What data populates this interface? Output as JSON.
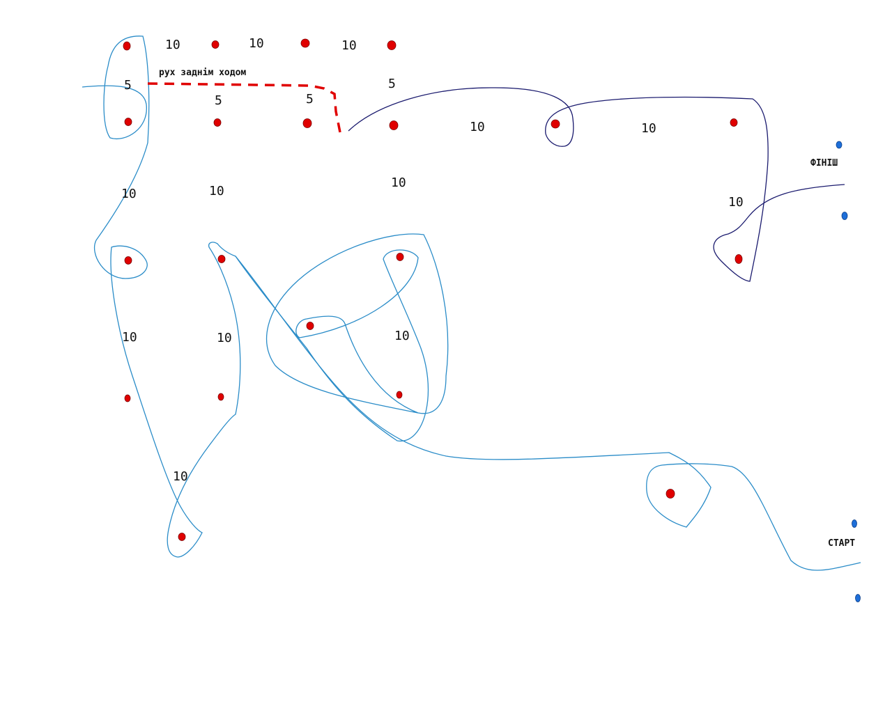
{
  "diagram": {
    "colors": {
      "background": "#ffffff",
      "cone": "#e00000",
      "gate": "#1e6fd9",
      "route_light": "#2a8cc8",
      "route_dark": "#1a1a6e",
      "reverse": "#e00000",
      "text": "#111111"
    },
    "labels": {
      "reverse_note": "рух заднім ходом",
      "finish": "ФІНІШ",
      "start": "СТАРТ"
    },
    "distances": {
      "top_1": "10",
      "top_2": "10",
      "top_3": "10",
      "side_1": "5",
      "side_2": "5",
      "side_3": "5",
      "side_4": "5",
      "right_1": "10",
      "right_2": "10",
      "left_col_1": "10",
      "mid_col_1": "10",
      "center_1": "10",
      "left_col_2": "10",
      "mid_col_2": "10",
      "center_2": "10",
      "right_down": "10",
      "bottom_left": "10"
    }
  }
}
